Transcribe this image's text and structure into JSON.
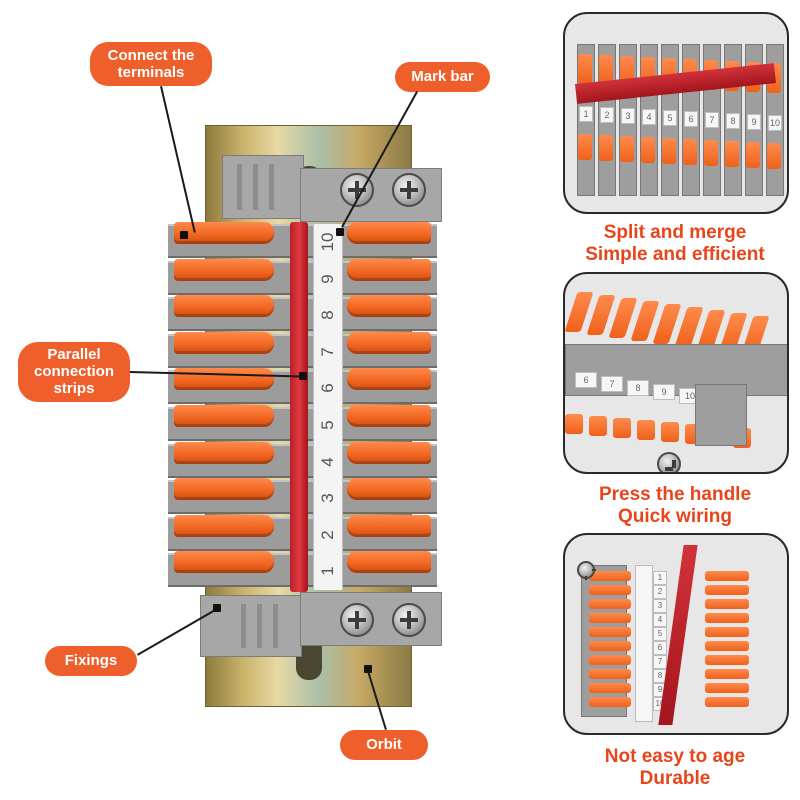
{
  "main_callouts": {
    "connect_terminals": "Connect the terminals",
    "mark_bar": "Mark bar",
    "parallel_strips": "Parallel connection strips",
    "fixings": "Fixings",
    "orbit": "Orbit"
  },
  "mark_numbers": [
    "10",
    "9",
    "8",
    "7",
    "6",
    "5",
    "4",
    "3",
    "2",
    "1"
  ],
  "panels": [
    {
      "caption_line1": "Split and merge",
      "caption_line2": "Simple and efficient",
      "labels": [
        "1",
        "2",
        "3",
        "4",
        "5",
        "6",
        "7",
        "8",
        "9",
        "10"
      ]
    },
    {
      "caption_line1": "Press the handle",
      "caption_line2": "Quick wiring",
      "labels": [
        "6",
        "7",
        "8",
        "9",
        "10"
      ]
    },
    {
      "caption_line1": "Not easy to age",
      "caption_line2": "Durable",
      "labels": [
        "1",
        "2",
        "3",
        "4",
        "5",
        "6",
        "7",
        "8",
        "9",
        "10"
      ]
    }
  ],
  "colors": {
    "accent_orange": "#ee5f2c",
    "caption_red_orange": "#e8451b",
    "lever_orange": "#f0641e",
    "housing_gray": "#9c9c9c",
    "mark_bar_red": "#d2323a",
    "rail_brass": "#c9b36a"
  }
}
